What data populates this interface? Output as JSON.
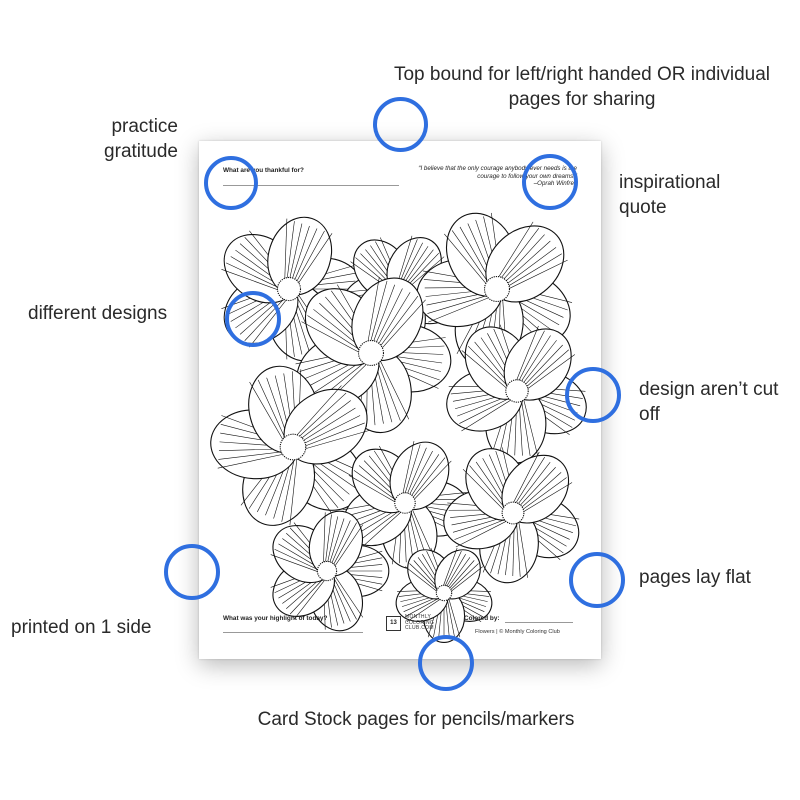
{
  "callouts": {
    "top_bound": "Top bound for left/right handed OR individual pages for sharing",
    "practice_gratitude": "practice gratitude",
    "inspirational_quote": "inspirational quote",
    "different_designs": "different designs",
    "not_cut_off": "design aren’t cut off",
    "lay_flat": "pages lay flat",
    "printed_one_side": "printed on 1 side",
    "card_stock": "Card Stock pages for pencils/markers"
  },
  "page": {
    "gratitude_prompt": "What are you thankful for?",
    "quote_text": "“I believe that the only courage anybody ever needs is the courage to follow your own dreams.”",
    "quote_author": "–Oprah Winfrey",
    "highlight_prompt": "What was your highlight of today?",
    "logo_number": "13",
    "logo_line1": "MONTHLY",
    "logo_line2": "COLORING",
    "logo_line3": "CLUB.COM",
    "colored_by": "Colored by:",
    "credit": "Flowers | © Monthly Coloring Club"
  },
  "colors": {
    "accent": "#2f6fe0",
    "ink": "#111111"
  },
  "art": {
    "subject": "flowers"
  }
}
